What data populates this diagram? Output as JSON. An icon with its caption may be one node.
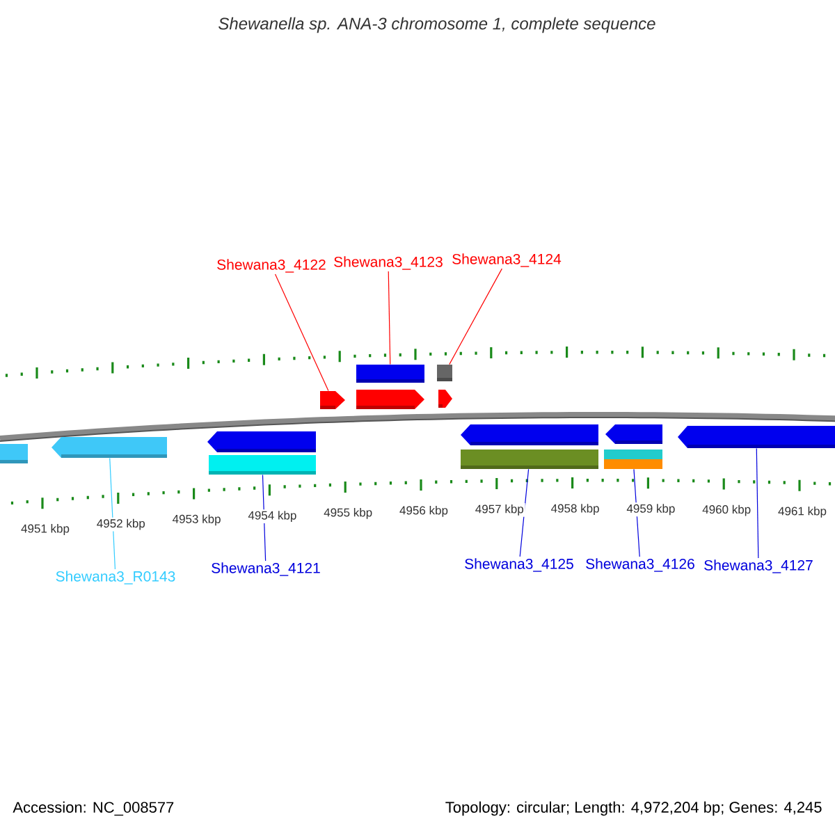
{
  "diagram": {
    "title": "Shewanella sp. ANA-3 chromosome 1, complete sequence",
    "nodes": [
      {
        "text": [
          "Shewana3_4122"
        ]
      },
      {
        "text": [
          "Shewana3_4123"
        ]
      },
      {
        "text": [
          "Shewana3_4124"
        ]
      },
      {
        "text": [],
        "shape": "arrow"
      },
      {
        "text": [],
        "shape": "box"
      },
      {
        "text": [],
        "shape": "arrow"
      },
      {
        "text": [],
        "shape": "box"
      },
      {
        "text": [],
        "shape": "arrow"
      },
      {
        "text": [],
        "shape": "box"
      },
      {
        "text": [],
        "shape": "arrow"
      },
      {
        "text": [],
        "shape": "arrow"
      },
      {
        "text": [],
        "shape": "box"
      },
      {
        "text": [],
        "shape": "arrow"
      },
      {
        "text": [],
        "shape": "box"
      },
      {
        "text": [],
        "shape": "arrow"
      },
      {
        "text": [],
        "shape": "box"
      },
      {
        "text": [],
        "shape": "arrow"
      },
      {
        "text": [
          "Shewana3_R0143"
        ]
      },
      {
        "text": [
          "Shewana3_4121"
        ]
      },
      {
        "text": [
          "Shewana3_4125"
        ]
      },
      {
        "text": [
          "Shewana3_4126"
        ]
      },
      {
        "text": [
          "Shewana3_4127"
        ]
      }
    ],
    "edges": [
      {
        "from": 0,
        "to": 3,
        "arrow": "none",
        "color": "#ff0000"
      },
      {
        "from": 1,
        "to": 4,
        "arrow": "none",
        "color": "#ff0000"
      },
      {
        "from": 2,
        "to": 6,
        "arrow": "none",
        "color": "#ff0000"
      },
      {
        "from": 17,
        "to": 9,
        "arrow": "none",
        "color": "#33ccff"
      },
      {
        "from": 18,
        "to": 11,
        "arrow": "none"
      },
      {
        "from": 19,
        "to": 13,
        "arrow": "none"
      },
      {
        "from": 20,
        "to": 15,
        "arrow": "none"
      },
      {
        "from": 21,
        "to": 16,
        "arrow": "none"
      }
    ],
    "labels": [
      "4951 kbp",
      "4952 kbp",
      "4953 kbp",
      "4954 kbp",
      "4955 kbp",
      "4956 kbp",
      "4957 kbp",
      "4958 kbp",
      "4959 kbp",
      "4960 kbp",
      "4961 kbp",
      "Accession: NC_008577",
      "Topology: circular; Length: 4,972,204 bp; Genes: 4,245"
    ]
  }
}
